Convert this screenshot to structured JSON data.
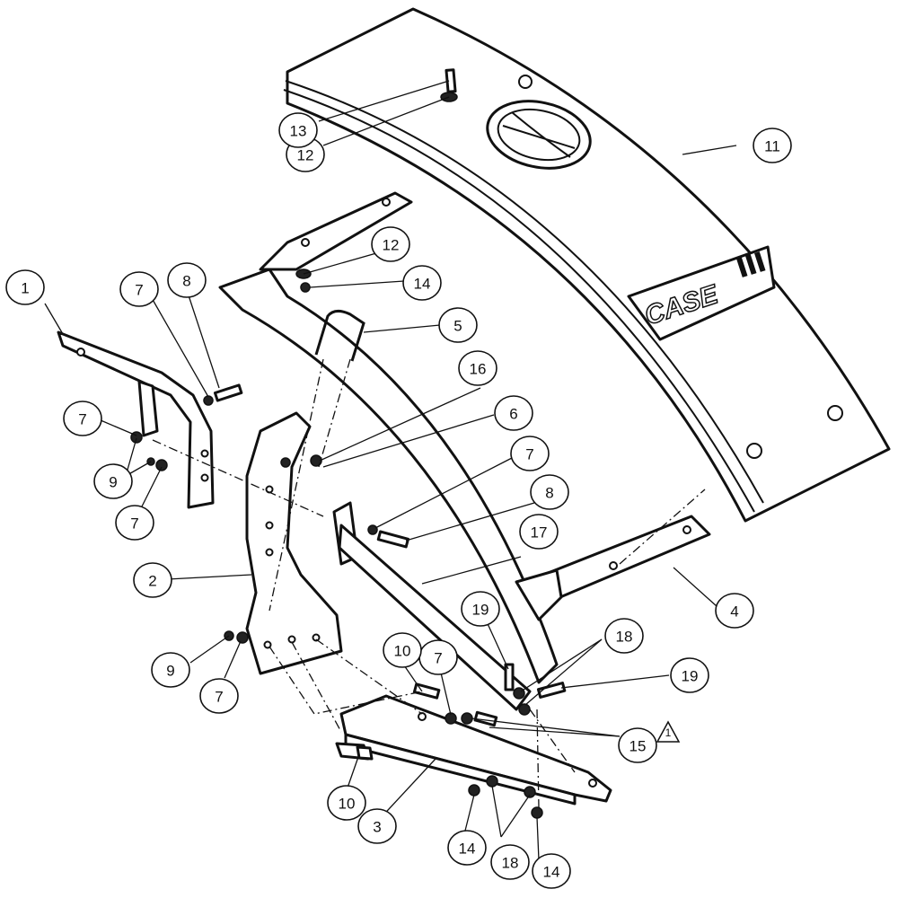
{
  "logo_text": "CASE",
  "note_mark": "1",
  "callouts": [
    {
      "id": "c1",
      "label": "1"
    },
    {
      "id": "c2",
      "label": "2"
    },
    {
      "id": "c3",
      "label": "3"
    },
    {
      "id": "c4",
      "label": "4"
    },
    {
      "id": "c5",
      "label": "5"
    },
    {
      "id": "c6",
      "label": "6"
    },
    {
      "id": "c7a",
      "label": "7"
    },
    {
      "id": "c7b",
      "label": "7"
    },
    {
      "id": "c7c",
      "label": "7"
    },
    {
      "id": "c7d",
      "label": "7"
    },
    {
      "id": "c7e",
      "label": "7"
    },
    {
      "id": "c7f",
      "label": "7"
    },
    {
      "id": "c8a",
      "label": "8"
    },
    {
      "id": "c8b",
      "label": "8"
    },
    {
      "id": "c9a",
      "label": "9"
    },
    {
      "id": "c9b",
      "label": "9"
    },
    {
      "id": "c10a",
      "label": "10"
    },
    {
      "id": "c10b",
      "label": "10"
    },
    {
      "id": "c11",
      "label": "11"
    },
    {
      "id": "c12a",
      "label": "12"
    },
    {
      "id": "c12b",
      "label": "12"
    },
    {
      "id": "c13",
      "label": "13"
    },
    {
      "id": "c14a",
      "label": "14"
    },
    {
      "id": "c14b",
      "label": "14"
    },
    {
      "id": "c14c",
      "label": "14"
    },
    {
      "id": "c15",
      "label": "15"
    },
    {
      "id": "c16",
      "label": "16"
    },
    {
      "id": "c17",
      "label": "17"
    },
    {
      "id": "c18a",
      "label": "18"
    },
    {
      "id": "c18b",
      "label": "18"
    },
    {
      "id": "c19a",
      "label": "19"
    },
    {
      "id": "c19b",
      "label": "19"
    }
  ]
}
